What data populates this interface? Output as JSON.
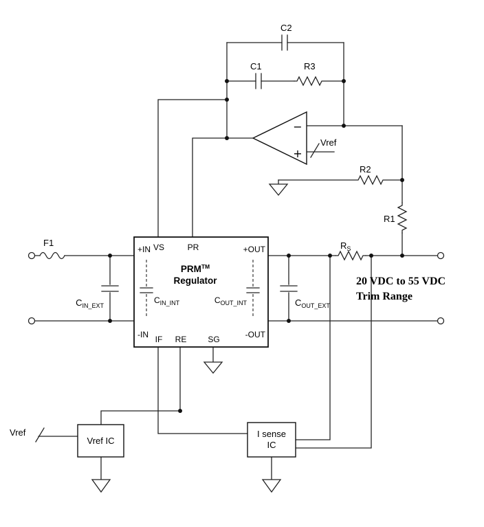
{
  "schematic": {
    "components": {
      "c2": "C2",
      "c1": "C1",
      "r3": "R3",
      "r2": "R2",
      "r1": "R1",
      "rs_main": "R",
      "rs_sub": "S",
      "f1": "F1",
      "vref_top": "Vref",
      "vref_bottom": "Vref",
      "c_in_ext_main": "C",
      "c_in_ext_sub": "IN_EXT",
      "c_out_ext_main": "C",
      "c_out_ext_sub": "OUT_EXT"
    },
    "opamp": {
      "minus": "−",
      "plus": "+"
    },
    "prm": {
      "title_main": "PRM",
      "title_sup": "TM",
      "subtitle": "Regulator",
      "pin_vs": "VS",
      "pin_pr": "PR",
      "pin_plus_in": "+IN",
      "pin_minus_in": "-IN",
      "pin_plus_out": "+OUT",
      "pin_minus_out": "-OUT",
      "pin_if": "IF",
      "pin_re": "RE",
      "pin_sg": "SG",
      "c_in_int_main": "C",
      "c_in_int_sub": "IN_INT",
      "c_out_int_main": "C",
      "c_out_int_sub": "OUT_INT"
    },
    "ics": {
      "vref_ic": "Vref IC",
      "i_sense_line1": "I sense",
      "i_sense_line2": "IC"
    },
    "annotation": {
      "line1": "20 VDC to 55 VDC",
      "line2": "Trim Range"
    },
    "colors": {
      "wire": "#222222",
      "text": "#000000",
      "bg": "#ffffff"
    }
  }
}
